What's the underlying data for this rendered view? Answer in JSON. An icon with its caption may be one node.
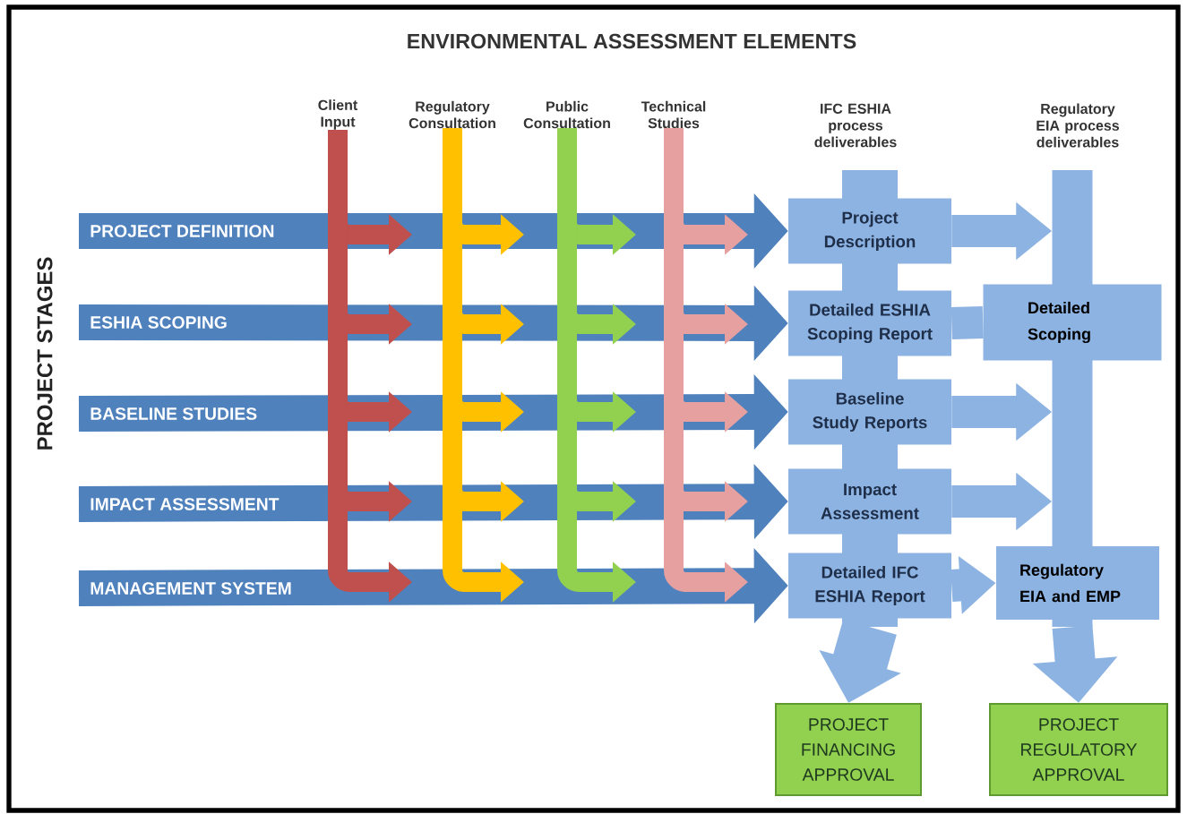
{
  "diagram": {
    "title": "ENVIRONMENTAL ASSESSMENT ELEMENTS",
    "nodes": [
      {
        "text": [
          "Client Input"
        ]
      },
      {
        "text": [
          "Regulatory Consultation"
        ]
      },
      {
        "text": [
          "Public Consultation"
        ]
      },
      {
        "text": [
          "Technical Studies"
        ]
      },
      {
        "text": [
          "Project Description"
        ]
      },
      {
        "text": [
          "Detailed ESHIA Scoping Report"
        ]
      },
      {
        "text": [
          "Baseline Study Reports"
        ]
      },
      {
        "text": [
          "Impact Assessment"
        ]
      },
      {
        "text": [
          "Detailed IFC ESHIA Report"
        ]
      },
      {
        "text": [
          "Detailed Scoping"
        ]
      },
      {
        "text": [
          "Regulatory EIA and EMP"
        ]
      },
      {
        "text": [
          "PROJECT FINANCING APPROVAL"
        ]
      },
      {
        "text": [
          "PROJECT REGULATORY APPROVAL"
        ]
      },
      {
        "text": [],
        "shape": "bar"
      },
      {
        "text": [],
        "shape": "bar"
      }
    ],
    "edges": [
      {
        "from": null,
        "to": 4,
        "arrow": "to",
        "label": "PROJECT DEFINITION",
        "color": "#4f81bd",
        "style": "thick"
      },
      {
        "from": null,
        "to": 5,
        "arrow": "to",
        "label": "ESHIA SCOPING",
        "color": "#4f81bd",
        "style": "thick"
      },
      {
        "from": null,
        "to": 6,
        "arrow": "to",
        "label": "BASELINE STUDIES",
        "color": "#4f81bd",
        "style": "thick"
      },
      {
        "from": null,
        "to": 7,
        "arrow": "to",
        "label": "IMPACT ASSESSMENT",
        "color": "#4f81bd",
        "style": "thick"
      },
      {
        "from": null,
        "to": 8,
        "arrow": "to",
        "label": "MANAGEMENT SYSTEM",
        "color": "#4f81bd",
        "style": "thick"
      },
      {
        "from": 0,
        "to": null,
        "arrow": "to",
        "color": "#c0504d"
      },
      {
        "from": 0,
        "to": null,
        "arrow": "to",
        "color": "#c0504d"
      },
      {
        "from": 0,
        "to": null,
        "arrow": "to",
        "color": "#c0504d"
      },
      {
        "from": 0,
        "to": null,
        "arrow": "to",
        "color": "#c0504d"
      },
      {
        "from": 0,
        "to": null,
        "arrow": "to",
        "color": "#c0504d"
      },
      {
        "from": 1,
        "to": null,
        "arrow": "to",
        "color": "#ffc000"
      },
      {
        "from": 1,
        "to": null,
        "arrow": "to",
        "color": "#ffc000"
      },
      {
        "from": 1,
        "to": null,
        "arrow": "to",
        "color": "#ffc000"
      },
      {
        "from": 1,
        "to": null,
        "arrow": "to",
        "color": "#ffc000"
      },
      {
        "from": 1,
        "to": null,
        "arrow": "to",
        "color": "#ffc000"
      },
      {
        "from": 2,
        "to": null,
        "arrow": "to",
        "color": "#92d050"
      },
      {
        "from": 2,
        "to": null,
        "arrow": "to",
        "color": "#92d050"
      },
      {
        "from": 2,
        "to": null,
        "arrow": "to",
        "color": "#92d050"
      },
      {
        "from": 2,
        "to": null,
        "arrow": "to",
        "color": "#92d050"
      },
      {
        "from": 2,
        "to": null,
        "arrow": "to",
        "color": "#92d050"
      },
      {
        "from": 3,
        "to": null,
        "arrow": "to",
        "color": "#e6a0a0"
      },
      {
        "from": 3,
        "to": null,
        "arrow": "to",
        "color": "#e6a0a0"
      },
      {
        "from": 3,
        "to": null,
        "arrow": "to",
        "color": "#e6a0a0"
      },
      {
        "from": 3,
        "to": null,
        "arrow": "to",
        "color": "#e6a0a0"
      },
      {
        "from": 3,
        "to": null,
        "arrow": "to",
        "color": "#e6a0a0"
      },
      {
        "from": 4,
        "to": 14,
        "arrow": "to",
        "color": "#8db3e2"
      },
      {
        "from": 5,
        "to": 9,
        "arrow": "none",
        "color": "#8db3e2"
      },
      {
        "from": 6,
        "to": 14,
        "arrow": "to",
        "color": "#8db3e2"
      },
      {
        "from": 7,
        "to": 14,
        "arrow": "to",
        "color": "#8db3e2"
      },
      {
        "from": 8,
        "to": 10,
        "arrow": "to",
        "color": "#8db3e2"
      },
      {
        "from": 13,
        "to": 11,
        "arrow": "to",
        "color": "#8db3e2",
        "style": "thick"
      },
      {
        "from": 14,
        "to": 12,
        "arrow": "to",
        "color": "#8db3e2",
        "style": "thick"
      }
    ],
    "labels": [
      "PROJECT STAGES",
      "IFC ESHIA process deliverables",
      "Regulatory EIA process deliverables"
    ]
  }
}
